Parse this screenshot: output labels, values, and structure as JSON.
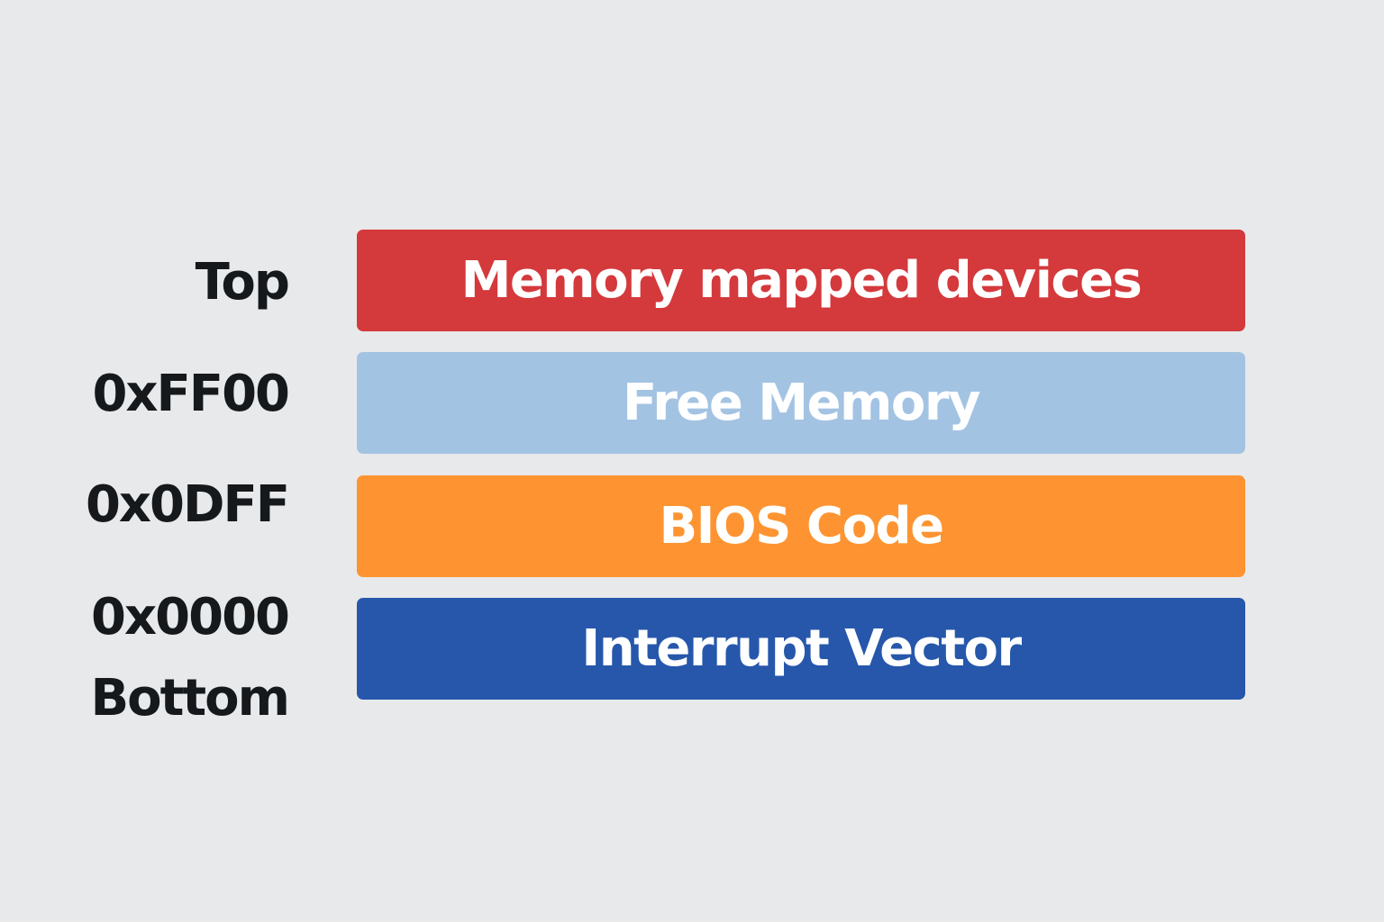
{
  "address_labels": {
    "top": "Top",
    "ff00": "0xFF00",
    "0dff": "0x0DFF",
    "0000": "0x0000",
    "bottom": "Bottom"
  },
  "regions": [
    {
      "label": "Memory mapped devices",
      "color": "#d4393c"
    },
    {
      "label": "Free Memory",
      "color": "#a3c3e3"
    },
    {
      "label": "BIOS Code",
      "color": "#fd9431"
    },
    {
      "label": "Interrupt Vector",
      "color": "#2657ab"
    }
  ]
}
